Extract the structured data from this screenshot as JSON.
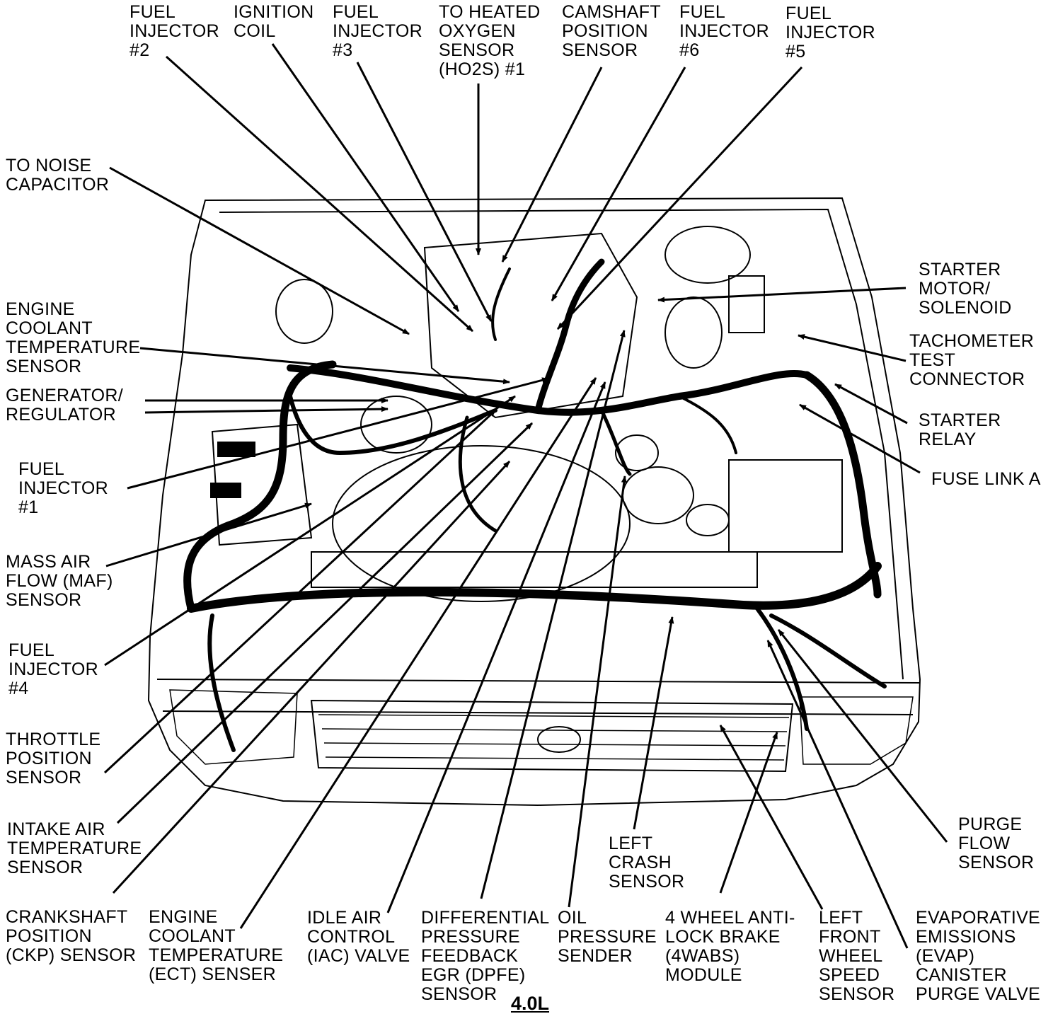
{
  "caption": "4.0L",
  "labels": [
    {
      "key": "fuel-injector-2",
      "lines": [
        "FUEL",
        "INJECTOR",
        "#2"
      ]
    },
    {
      "key": "ignition-coil",
      "lines": [
        "IGNITION",
        "COIL"
      ]
    },
    {
      "key": "fuel-injector-3",
      "lines": [
        "FUEL",
        "INJECTOR",
        "#3"
      ]
    },
    {
      "key": "heated-oxygen-sensor",
      "lines": [
        "TO HEATED",
        "OXYGEN",
        "SENSOR",
        "(HO2S) #1"
      ]
    },
    {
      "key": "camshaft-position-sensor",
      "lines": [
        "CAMSHAFT",
        "POSITION",
        "SENSOR"
      ]
    },
    {
      "key": "fuel-injector-6",
      "lines": [
        "FUEL",
        "INJECTOR",
        "#6"
      ]
    },
    {
      "key": "fuel-injector-5",
      "lines": [
        "FUEL",
        "INJECTOR",
        "#5"
      ]
    },
    {
      "key": "noise-capacitor",
      "lines": [
        "TO NOISE",
        "CAPACITOR"
      ]
    },
    {
      "key": "ect-sensor-left",
      "lines": [
        "ENGINE",
        "COOLANT",
        "TEMPERATURE",
        "SENSOR"
      ]
    },
    {
      "key": "generator-regulator",
      "lines": [
        "GENERATOR/",
        "REGULATOR"
      ]
    },
    {
      "key": "fuel-injector-1",
      "lines": [
        "FUEL",
        "INJECTOR",
        "#1"
      ]
    },
    {
      "key": "maf-sensor",
      "lines": [
        "MASS AIR",
        "FLOW (MAF)",
        "SENSOR"
      ]
    },
    {
      "key": "fuel-injector-4",
      "lines": [
        "FUEL",
        "INJECTOR",
        "#4"
      ]
    },
    {
      "key": "throttle-position-sensor",
      "lines": [
        "THROTTLE",
        "POSITION",
        "SENSOR"
      ]
    },
    {
      "key": "intake-air-temp-sensor",
      "lines": [
        "INTAKE AIR",
        "TEMPERATURE",
        "SENSOR"
      ]
    },
    {
      "key": "ckp-sensor",
      "lines": [
        "CRANKSHAFT",
        "POSITION",
        "(CKP) SENSOR"
      ]
    },
    {
      "key": "ect-senser-bottom",
      "lines": [
        "ENGINE",
        "COOLANT",
        "TEMPERATURE",
        "(ECT) SENSER"
      ]
    },
    {
      "key": "iac-valve",
      "lines": [
        "IDLE AIR",
        "CONTROL",
        "(IAC) VALVE"
      ]
    },
    {
      "key": "dpfe-sensor",
      "lines": [
        "DIFFERENTIAL",
        "PRESSURE",
        "FEEDBACK",
        "EGR (DPFE)",
        "SENSOR"
      ]
    },
    {
      "key": "oil-pressure-sender",
      "lines": [
        "OIL",
        "PRESSURE",
        "SENDER"
      ]
    },
    {
      "key": "left-crash-sensor",
      "lines": [
        "LEFT",
        "CRASH",
        "SENSOR"
      ]
    },
    {
      "key": "4wabs-module",
      "lines": [
        "4 WHEEL ANTI-",
        "LOCK BRAKE",
        "(4WABS)",
        "MODULE"
      ]
    },
    {
      "key": "left-front-wheel-speed-sensor",
      "lines": [
        "LEFT",
        "FRONT",
        "WHEEL",
        "SPEED",
        "SENSOR"
      ]
    },
    {
      "key": "evap-canister-purge-valve",
      "lines": [
        "EVAPORATIVE",
        "EMISSIONS",
        "(EVAP)",
        "CANISTER",
        "PURGE VALVE"
      ]
    },
    {
      "key": "purge-flow-sensor",
      "lines": [
        "PURGE",
        "FLOW",
        "SENSOR"
      ]
    },
    {
      "key": "starter-motor-solenoid",
      "lines": [
        "STARTER",
        "MOTOR/",
        "SOLENOID"
      ]
    },
    {
      "key": "tachometer-test-connector",
      "lines": [
        "TACHOMETER",
        "TEST",
        "CONNECTOR"
      ]
    },
    {
      "key": "starter-relay",
      "lines": [
        "STARTER",
        "RELAY"
      ]
    },
    {
      "key": "fuse-link-a",
      "lines": [
        "FUSE LINK A"
      ]
    }
  ]
}
